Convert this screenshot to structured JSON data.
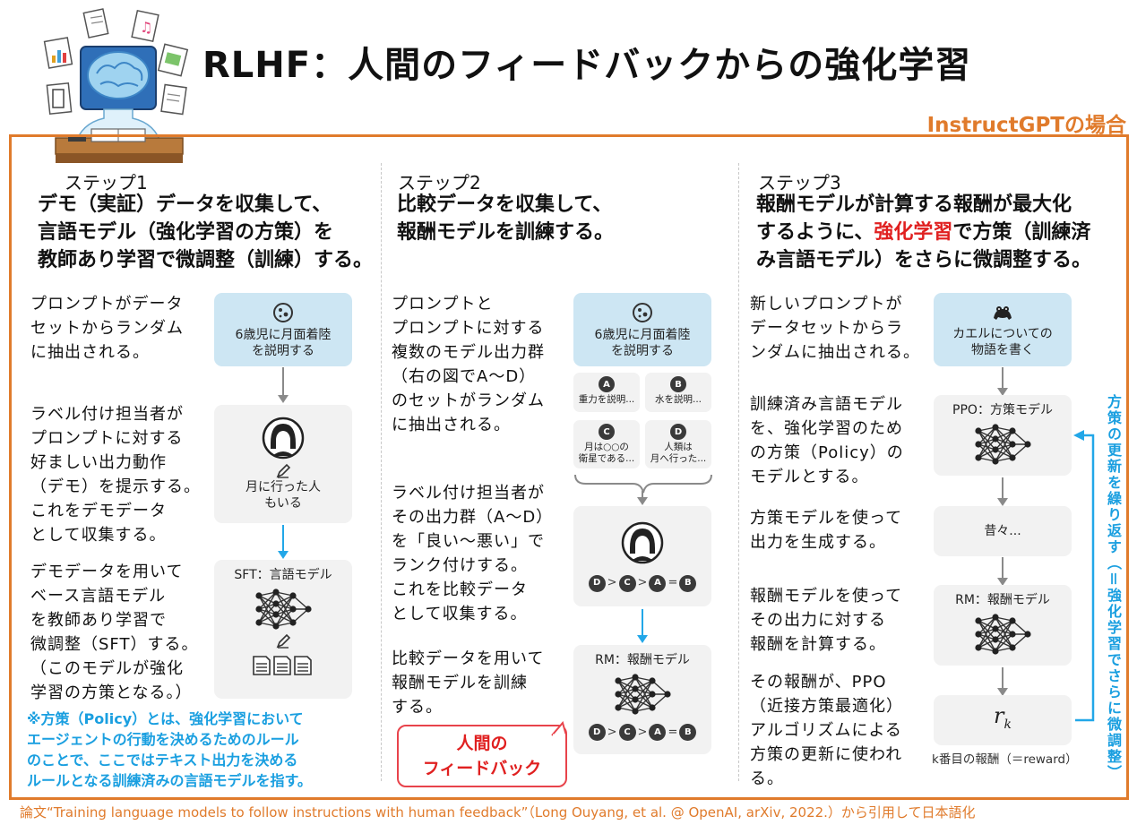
{
  "header": {
    "title": "RLHF：人間のフィードバックからの強化学習",
    "subtitle": "InstructGPTの場合"
  },
  "step1": {
    "label": "ステップ1",
    "heading": [
      "デモ（実証）データを収集して、",
      "言語モデル（強化学習の方策）を",
      "教師あり学習で微調整（訓練）する。"
    ],
    "desc1": [
      "プロンプトがデータ",
      "セットからランダム",
      "に抽出される。"
    ],
    "prompt_box": [
      "6歳児に月面着陸",
      "を説明する"
    ],
    "desc2": [
      "ラベル付け担当者が",
      "プロンプトに対する",
      "好ましい出力動作",
      "（デモ）を提示する。",
      "これをデモデータ",
      "として収集する。"
    ],
    "demo_box": [
      "月に行った人",
      "もいる"
    ],
    "desc3": [
      "デモデータを用いて",
      "ベース言語モデル",
      "を教師あり学習で",
      "微調整（SFT）する。",
      "（このモデルが強化",
      "学習の方策となる。）"
    ],
    "model_title": "SFT：言語モデル",
    "note": [
      "※方策（Policy）とは、強化学習において",
      "エージェントの行動を決めるためのルール",
      "のことで、ここではテキスト出力を決める",
      "ルールとなる訓練済みの言語モデルを指す。"
    ]
  },
  "step2": {
    "label": "ステップ2",
    "heading": [
      "比較データを収集して、",
      "報酬モデルを訓練する。"
    ],
    "desc1": [
      "プロンプトと",
      "プロンプトに対する",
      "複数のモデル出力群",
      "（右の図でA～D）",
      "のセットがランダム",
      "に抽出される。"
    ],
    "prompt_box": [
      "6歳児に月面着陸",
      "を説明する"
    ],
    "outputs": [
      {
        "letter": "A",
        "lines": [
          "重力を説明..."
        ]
      },
      {
        "letter": "B",
        "lines": [
          "水を説明..."
        ]
      },
      {
        "letter": "C",
        "lines": [
          "月は○○の",
          "衛星である..."
        ]
      },
      {
        "letter": "D",
        "lines": [
          "人類は",
          "月へ行った..."
        ]
      }
    ],
    "desc2": [
      "ラベル付け担当者が",
      "その出力群（A～D）",
      "を「良い～悪い」で",
      "ランク付けする。",
      "これを比較データ",
      "として収集する。"
    ],
    "desc3": [
      "比較データを用いて",
      "報酬モデルを訓練",
      "する。"
    ],
    "rm_title": "RM：報酬モデル",
    "rank": {
      "items": [
        "D",
        "C",
        "A",
        "B"
      ],
      "ops": [
        ">",
        ">",
        "="
      ]
    },
    "callout": [
      "人間の",
      "フィードバック"
    ]
  },
  "step3": {
    "label": "ステップ3",
    "heading_l1": "報酬モデルが計算する報酬が最大化",
    "heading_l2_pre": "するように、",
    "heading_l2_red": "強化学習",
    "heading_l2_post": "で方策（訓練済",
    "heading_l3": "み言語モデル）をさらに微調整する。",
    "desc1": [
      "新しいプロンプトが",
      "データセットからラ",
      "ンダムに抽出される。"
    ],
    "prompt_box": [
      "カエルについての",
      "物語を書く"
    ],
    "desc2": [
      "訓練済み言語モデル",
      "を、強化学習のため",
      "の方策（Policy）の",
      "モデルとする。"
    ],
    "ppo_title": "PPO：方策モデル",
    "desc3": [
      "方策モデルを使って",
      "出力を生成する。"
    ],
    "output_box": "昔々...",
    "desc4": [
      "報酬モデルを使って",
      "その出力に対する",
      "報酬を計算する。"
    ],
    "rm_title": "RM：報酬モデル",
    "desc5": [
      "その報酬が、PPO",
      "（近接方策最適化）",
      "アルゴリズムによる",
      "方策の更新に使われ",
      "る。"
    ],
    "reward_symbol": "r",
    "reward_sub": "k",
    "reward_caption": "k番目の報酬（＝reward）",
    "loop_label": "方策の更新を繰り返す（＝強化学習でさらに微調整）"
  },
  "footer": "論文“Training language models to follow instructions with human feedback”（Long Ouyang, et al. @ OpenAI, arXiv, 2022.）から引用して日本語化",
  "colors": {
    "accent": "#e07b2c",
    "blue": "#22a7e8",
    "box_blue": "#cde6f3",
    "red": "#e02020"
  }
}
